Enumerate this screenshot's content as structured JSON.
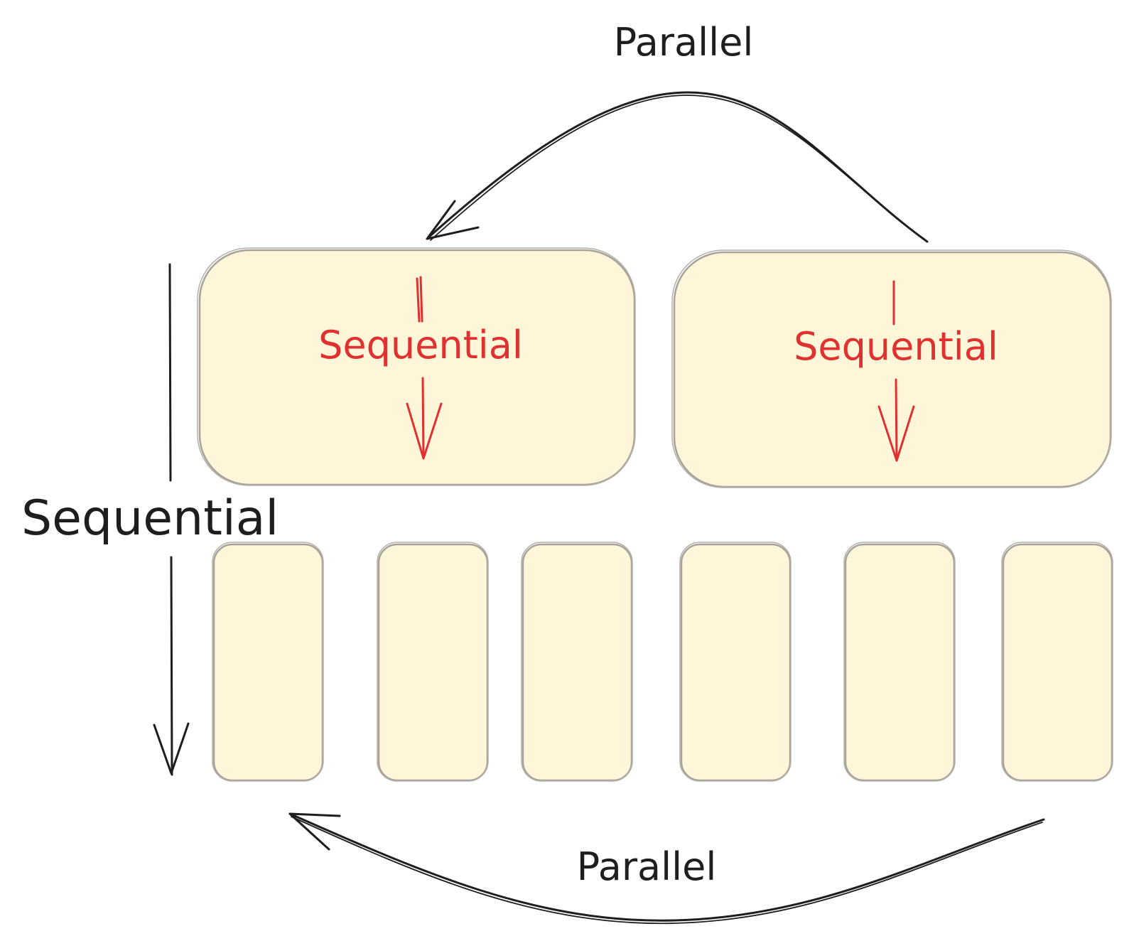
{
  "labels": {
    "parallel_top": "Parallel",
    "parallel_bottom": "Parallel",
    "sequential_main": "Sequential",
    "sequential_box_left": "Sequential",
    "sequential_box_right": "Sequential"
  },
  "colors": {
    "box_fill": "#fff6d9",
    "box_stroke": "#a8a39a",
    "ink": "#1e1e1e",
    "accent_red": "#e03131"
  }
}
